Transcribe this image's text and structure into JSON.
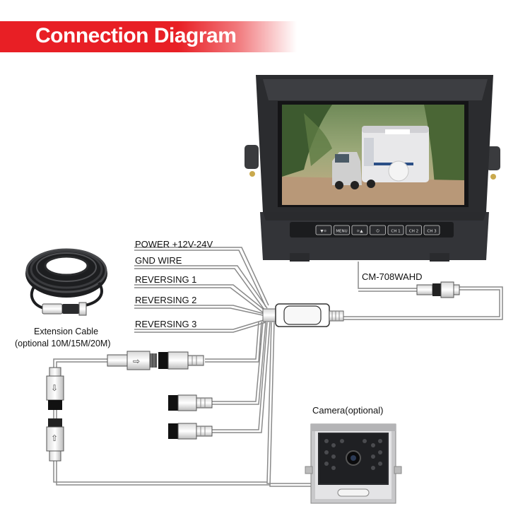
{
  "title": "Connection Diagram",
  "wires": {
    "power": "POWER +12V-24V",
    "gnd": "GND WIRE",
    "rev1": "REVERSING 1",
    "rev2": "REVERSING 2",
    "rev3": "REVERSING 3"
  },
  "monitor": {
    "model": "CM-708WAHD",
    "buttons": [
      "▼☼",
      "MENU",
      "☼▲",
      "⏻",
      "CH 1",
      "CH 2",
      "CH 3"
    ]
  },
  "extension": {
    "line1": "Extension Cable",
    "line2": "(optional 10M/15M/20M)"
  },
  "camera": {
    "label": "Camera(optional)"
  },
  "colors": {
    "banner": "#e81f25",
    "wire": "#8a8a8a",
    "body": "#2e2f32"
  }
}
